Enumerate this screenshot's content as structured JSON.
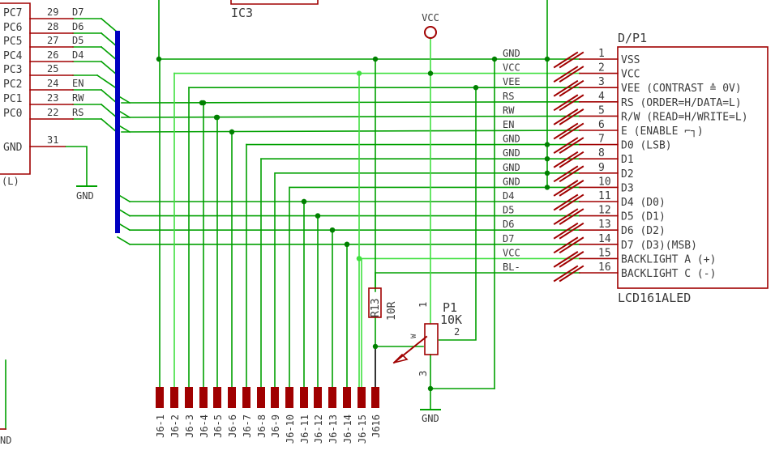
{
  "colors": {
    "net": "#00a000",
    "vcc_net": "#40e040",
    "component": "#a00000",
    "label": "#3a3a3a",
    "bus": "#0000c0",
    "junction": "#008000",
    "background": "#ffffff"
  },
  "ic3": {
    "name": "IC3"
  },
  "mcu": {
    "pins": [
      {
        "name": "PC7",
        "num": "29",
        "net": "D7"
      },
      {
        "name": "PC6",
        "num": "28",
        "net": "D6"
      },
      {
        "name": "PC5",
        "num": "27",
        "net": "D5"
      },
      {
        "name": "PC4",
        "num": "26",
        "net": "D4"
      },
      {
        "name": "PC3",
        "num": "25",
        "net": ""
      },
      {
        "name": "PC2",
        "num": "24",
        "net": "EN"
      },
      {
        "name": "PC1",
        "num": "23",
        "net": "RW"
      },
      {
        "name": "PC0",
        "num": "22",
        "net": "RS"
      }
    ],
    "gnd_pin": {
      "name": "GND",
      "num": "31"
    },
    "suffix": "(L)",
    "bottom_label": "ND"
  },
  "gnd_symbol": "GND",
  "vcc_symbol": "VCC",
  "lcd": {
    "ref": "D/P1",
    "part": "LCD161ALED",
    "pins": [
      {
        "num": "1",
        "name": "VSS",
        "net": "GND"
      },
      {
        "num": "2",
        "name": "VCC",
        "net": "VCC"
      },
      {
        "num": "3",
        "name": "VEE (CONTRAST ≙ 0V)",
        "net": "VEE"
      },
      {
        "num": "4",
        "name": "RS (ORDER=H/DATA=L)",
        "net": "RS"
      },
      {
        "num": "5",
        "name": "R/W (READ=H/WRITE=L)",
        "net": "RW"
      },
      {
        "num": "6",
        "name": "E (ENABLE ⌐┐)",
        "net": "EN"
      },
      {
        "num": "7",
        "name": "D0 (LSB)",
        "net": "GND"
      },
      {
        "num": "8",
        "name": "D1",
        "net": "GND"
      },
      {
        "num": "9",
        "name": "D2",
        "net": "GND"
      },
      {
        "num": "10",
        "name": "D3",
        "net": "GND"
      },
      {
        "num": "11",
        "name": "D4 (D0)",
        "net": "D4"
      },
      {
        "num": "12",
        "name": "D5 (D1)",
        "net": "D5"
      },
      {
        "num": "13",
        "name": "D6 (D2)",
        "net": "D6"
      },
      {
        "num": "14",
        "name": "D7 (D3)(MSB)",
        "net": "D7"
      },
      {
        "num": "15",
        "name": "BACKLIGHT A (+)",
        "net": "VCC"
      },
      {
        "num": "16",
        "name": "BACKLIGHT C (-)",
        "net": "BL-"
      }
    ]
  },
  "resistor": {
    "ref": "R13",
    "value": "10R"
  },
  "pot": {
    "ref": "P1",
    "value": "10K",
    "pin1": "1",
    "pin2": "2",
    "pin3": "3",
    "wiper_mark": "W"
  },
  "header": {
    "pins": [
      "J6-1",
      "J6-2",
      "J6-3",
      "J6-4",
      "J6-5",
      "J6-6",
      "J6-7",
      "J6-8",
      "J6-9",
      "J6-10",
      "J6-11",
      "J6-12",
      "J6-13",
      "J6-14",
      "J6-15",
      "J616"
    ]
  }
}
